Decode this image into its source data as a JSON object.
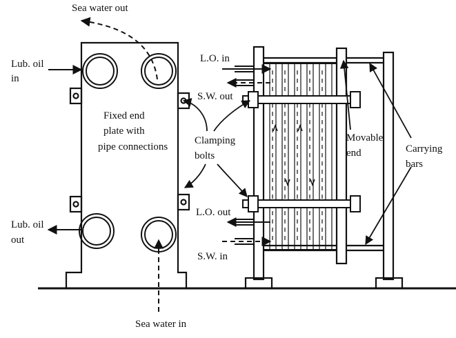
{
  "labels": {
    "sea_water_out": "Sea water out",
    "lub_oil_in_1": "Lub. oil",
    "lub_oil_in_2": "in",
    "fixed_end_1": "Fixed end",
    "fixed_end_2": "plate with",
    "fixed_end_3": "pipe connections",
    "lo_in": "L.O. in",
    "sw_out": "S.W. out",
    "clamping_1": "Clamping",
    "clamping_2": "bolts",
    "movable_1": "Movable",
    "movable_2": "end",
    "carrying_1": "Carrying",
    "carrying_2": "bars",
    "lub_oil_out_1": "Lub. oil",
    "lub_oil_out_2": "out",
    "lo_out": "L.O. out",
    "sw_in": "S.W. in",
    "sea_water_in": "Sea water in"
  },
  "colors": {
    "ink": "#111111",
    "paper": "#ffffff"
  }
}
